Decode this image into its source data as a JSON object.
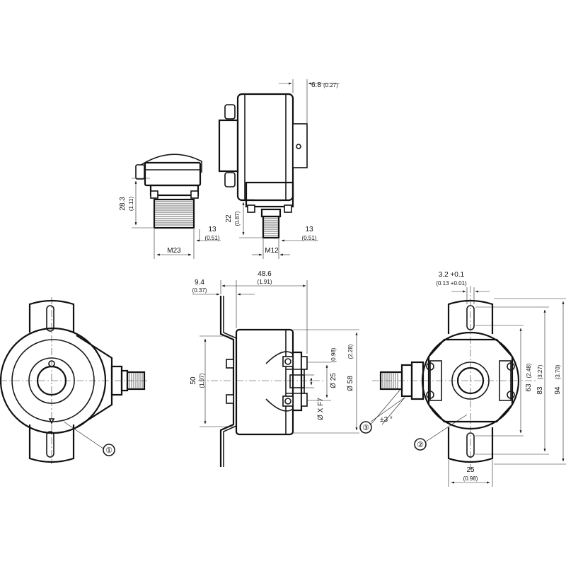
{
  "top_left_view": {
    "dim_height": "28.3",
    "dim_height_in": "(1.11)",
    "dim_depth": "13",
    "dim_depth_in": "(0.51)",
    "thread_label": "M23"
  },
  "top_right_view": {
    "dim_offset": "6.8",
    "dim_offset_in": "(0.27)",
    "dim_height": "22",
    "dim_height_in": "(0.87)",
    "dim_depth": "13",
    "dim_depth_in": "(0.51)",
    "thread_label": "M12"
  },
  "side_view": {
    "dim_flange": "9.4",
    "dim_flange_in": "(0.37)",
    "dim_length": "48.6",
    "dim_length_in": "(1.91)",
    "dim_height": "50",
    "dim_height_in": "(1.97)",
    "dim_bore": "Ø 25",
    "dim_bore_in": "(0.98)",
    "dim_body": "Ø 58",
    "dim_body_in": "(2.28)",
    "dim_shaft": "Ø X F7"
  },
  "front_view": {
    "dim_slot": "3.2 +0.1",
    "dim_slot_in": "(0.13 +0.01)",
    "dim_63": "63",
    "dim_63_in": "(2.48)",
    "dim_83": "83",
    "dim_83_in": "(3.27)",
    "dim_94": "94",
    "dim_94_in": "(3.70)",
    "dim_width": "25",
    "dim_width_in": "(0.98)",
    "angle": "±3 °"
  },
  "callouts": [
    "①",
    "②",
    "③"
  ]
}
